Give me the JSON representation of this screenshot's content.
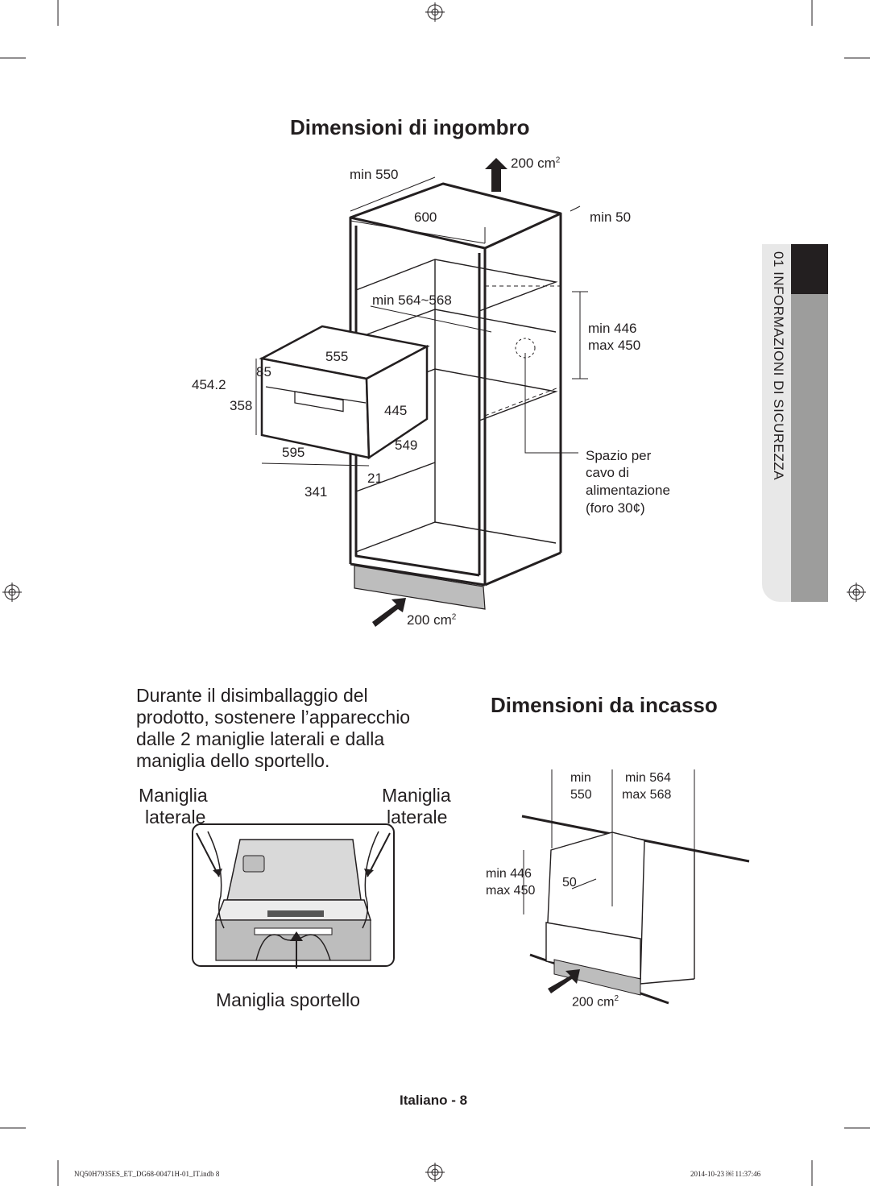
{
  "header": {
    "title": "Dimensioni di ingombro"
  },
  "diagram_top": {
    "labels": {
      "min550": "min 550",
      "vent_top": "200 cm",
      "vent_top_sup": "2",
      "w600": "600",
      "min50": "min 50",
      "min564": "min 564~568",
      "min446": "min 446",
      "max450": "max 450",
      "d555": "555",
      "h454": "454.2",
      "d85": "85",
      "d358": "358",
      "d445": "445",
      "d595": "595",
      "d549": "549",
      "d21": "21",
      "d341": "341",
      "spazio": "Spazio per",
      "cavo": "cavo di",
      "alimentazione": "alimentazione",
      "foro": "(foro 30¢)",
      "vent_bottom": "200 cm",
      "vent_bottom_sup": "2"
    }
  },
  "side_tab": {
    "label": "01  INFORMAZIONI DI SICUREZZA"
  },
  "unpacking": {
    "text_lines": [
      "Durante il disimballaggio del",
      "prodotto, sostenere l’apparecchio",
      "dalle 2 maniglie laterali e dalla",
      "maniglia dello sportello."
    ],
    "left_handle_1": "Maniglia",
    "left_handle_2": "laterale",
    "right_handle_1": "Maniglia",
    "right_handle_2": "laterale",
    "door_handle": "Maniglia sportello"
  },
  "incasso": {
    "title": "Dimensioni da incasso",
    "labels": {
      "min": "min",
      "v550": "550",
      "min564": "min 564",
      "max568": "max 568",
      "min446": "min 446",
      "max450": "max 450",
      "v50": "50",
      "vent": "200 cm",
      "vent_sup": "2"
    }
  },
  "footer": {
    "page": "Italiano - 8",
    "file": "NQ50H7935ES_ET_DG68-00471H-01_IT.indb   8",
    "date": "2014-10-23   ￼ 11:37:46"
  }
}
